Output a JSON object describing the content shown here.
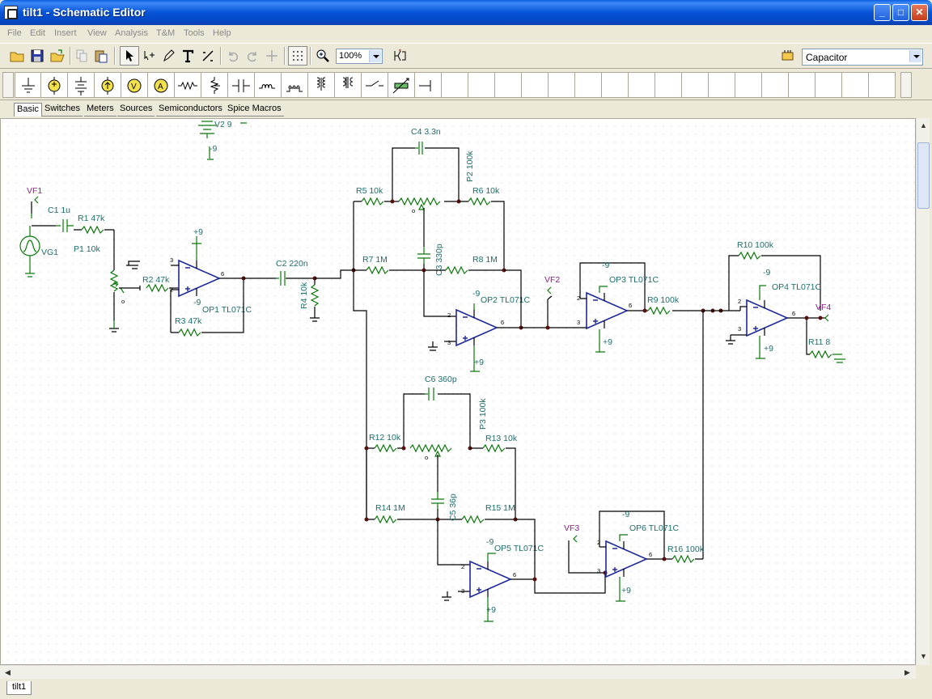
{
  "window": {
    "title": "tilt1 - Schematic Editor",
    "buttons": [
      "_",
      "□",
      "✕"
    ]
  },
  "menu": [
    "File",
    "Edit",
    "Insert",
    "View",
    "Analysis",
    "T&M",
    "Tools",
    "Help"
  ],
  "toolbar": {
    "icons": [
      "open-folder-icon",
      "save-icon",
      "open-icon",
      "copy-icon",
      "paste-icon",
      "pointer-icon",
      "wire-icon",
      "pencil-icon",
      "text-icon",
      "delete-icon",
      "undo-icon",
      "redo-icon",
      "crosshair-icon",
      "grid-icon",
      "zoom-icon",
      "component-icon",
      "part-finder-icon"
    ],
    "zoom_value": "100%",
    "component_value": "Capacitor"
  },
  "palette": {
    "items": [
      "ground-icon",
      "voltage-source-icon",
      "battery-icon",
      "current-source-icon",
      "voltmeter-icon",
      "ammeter-icon",
      "resistor-icon",
      "potentiometer-icon",
      "capacitor-icon",
      "inductor-icon",
      "transformer-icon",
      "coupled-inductor-icon",
      "transformer2-icon",
      "switch-icon",
      "thermistor-icon",
      "jumper-icon"
    ]
  },
  "component_tabs": [
    "Basic",
    "Switches",
    "Meters",
    "Sources",
    "Semiconductors",
    "Spice Macros"
  ],
  "active_tab": "Basic",
  "document_tabs": [
    "tilt1"
  ],
  "colors": {
    "title_bar": "#0653d6",
    "wire": "#000000",
    "component": "#0a7a0a",
    "opamp": "#1e2a9a",
    "label": "#1d6f6f",
    "probe": "#8c1f8c"
  },
  "schematic": {
    "labels": {
      "v2": "V2 9",
      "v2n": "-9",
      "vf1": "VF1",
      "vf2": "VF2",
      "vf3": "VF3",
      "vf4": "VF4",
      "vg1": "VG1",
      "c1": "C1 1u",
      "r1": "R1 47k",
      "p1": "P1 10k",
      "r2": "R2 47k",
      "r3": "R3 47k",
      "op1": "OP1 TL071C",
      "op1p": "+9",
      "op1n": "-9",
      "c2": "C2 220n",
      "r4": "R4 10k",
      "c4": "C4 3.3n",
      "p2": "P2 100k",
      "r5": "R5 10k",
      "r6": "R6 10k",
      "c3": "C3 330p",
      "r7": "R7 1M",
      "r8": "R8 1M",
      "op2": "OP2 TL071C",
      "op2n": "-9",
      "op2p": "+9",
      "op3": "OP3 TL071C",
      "op3n": "-9",
      "op3p": "+9",
      "r9": "R9 100k",
      "r10": "R10 100k",
      "op4": "OP4 TL071C",
      "op4n": "-9",
      "op4p": "+9",
      "r11": "R11 8",
      "c6": "C6 360p",
      "p3": "P3 100k",
      "r12": "R12 10k",
      "r13": "R13 10k",
      "c5": "C5 36p",
      "r14": "R14 1M",
      "r15": "R15 1M",
      "op5": "OP5 TL071C",
      "op5n": "-9",
      "op5p": "+9",
      "op6": "OP6 TL071C",
      "op6n": "-9",
      "op6p": "+9",
      "r16": "R16 100k"
    }
  }
}
